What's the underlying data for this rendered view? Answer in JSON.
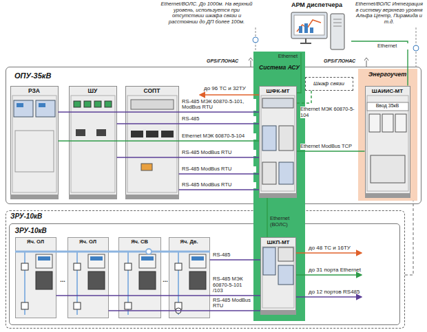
{
  "diagram": {
    "nodes": [
      {
        "text": [
          "АРМ диспетчера"
        ]
      },
      {
        "text": [
          "ОПУ-35кВ"
        ]
      },
      {
        "text": [
          "РЗА"
        ],
        "in": 1
      },
      {
        "text": [
          "ШУ"
        ],
        "in": 1
      },
      {
        "text": [
          "СОПТ"
        ],
        "in": 1
      },
      {
        "text": [
          "Система АСУ"
        ]
      },
      {
        "text": [
          "ШФК-МТ"
        ],
        "in": 5
      },
      {
        "text": [
          "Шкаф связи"
        ],
        "in": 1
      },
      {
        "text": [
          "Энергоучет"
        ],
        "in": 1
      },
      {
        "text": [
          "ШАИИС-МТ",
          "Ввод 35кВ"
        ],
        "in": 8
      },
      {
        "text": [
          "ЗРУ-10кВ"
        ]
      },
      {
        "text": [
          "ЗРУ-10кВ"
        ],
        "in": 10
      },
      {
        "text": [
          "Яч. ОЛ"
        ],
        "in": 11
      },
      {
        "text": [
          "Яч. ОЛ"
        ],
        "in": 11
      },
      {
        "text": [
          "Яч. СВ"
        ],
        "in": 11
      },
      {
        "text": [
          "Яч. Дв."
        ],
        "in": 11
      },
      {
        "text": [
          "ШКП-МТ"
        ],
        "in": 5
      }
    ],
    "edges": [
      {
        "from": 6,
        "to": 0,
        "label": "Ethernet",
        "arrow": "none"
      },
      {
        "from": 9,
        "to": 0,
        "label": "Ethernet",
        "arrow": "none"
      },
      {
        "from": 2,
        "to": 6,
        "label": "RS-485 МЭК 60870-5-101, ModBus RTU",
        "arrow": "none"
      },
      {
        "from": 3,
        "to": 6,
        "label": "RS-485",
        "arrow": "none"
      },
      {
        "from": 2,
        "to": 6,
        "label": "Ethernet МЭК 60870-5-104",
        "arrow": "none"
      },
      {
        "from": 3,
        "to": 6,
        "label": "RS-485 ModBus RTU",
        "arrow": "none"
      },
      {
        "from": 4,
        "to": 6,
        "label": "RS-485 ModBus RTU",
        "arrow": "none"
      },
      {
        "from": 4,
        "to": 6,
        "label": "RS-485 ModBus RTU",
        "arrow": "none"
      },
      {
        "from": 6,
        "to": 7,
        "label": "Ethernet МЭК 60870-5-104",
        "arrow": "none"
      },
      {
        "from": 6,
        "to": 9,
        "label": "Ethernet ModBus TCP",
        "arrow": "none"
      },
      {
        "from": 6,
        "to": 16,
        "label": "Ethernet (ВОЛС)",
        "arrow": "none"
      },
      {
        "from": 16,
        "to": 15,
        "label": "RS-485",
        "arrow": "none"
      },
      {
        "from": 16,
        "to": 12,
        "label": "RS-485 МЭК 60870-5-101 /103",
        "arrow": "none"
      },
      {
        "from": 16,
        "to": 13,
        "label": "RS-485 ModBus RTU",
        "arrow": "none"
      }
    ],
    "labels": [
      "Ethernet/ВОЛС. До 1000м. На верхний уровень, используется при отсутствии шкафа связи и расстоянии до ДП более 100м.",
      "Ethernet/ВОЛС Интеграция в систему верхнего уровня Альфа Центр, Пирамида и т.д.",
      "GPS/ГЛОНАС",
      "GPS/ГЛОНАС",
      "до 96 ТС и 32ТУ",
      "до 48 ТС и 16ТУ",
      "до 31 порта Ethernet",
      "до 12 портов RS485",
      "...",
      "..."
    ]
  }
}
